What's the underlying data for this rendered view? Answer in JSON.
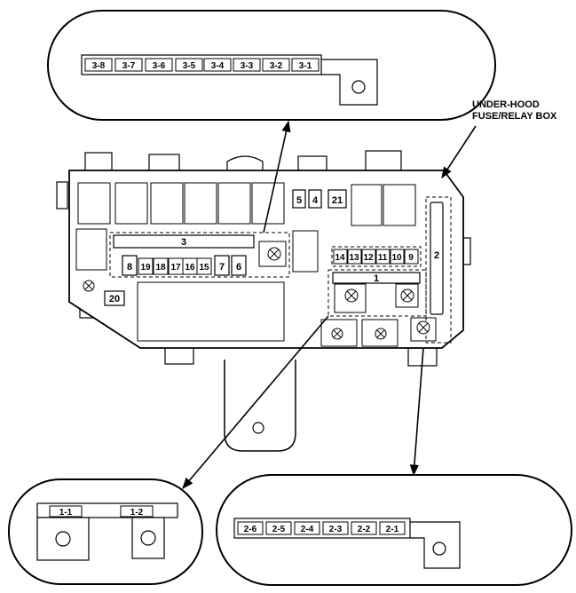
{
  "title": "UNDER-HOOD FUSE/RELAY BOX",
  "title_lines": [
    "UNDER-HOOD",
    "FUSE/RELAY BOX"
  ],
  "fuses": {
    "f5": "5",
    "f4": "4",
    "f21": "21",
    "f3": "3",
    "f8": "8",
    "f19": "19",
    "f18": "18",
    "f17": "17",
    "f16": "16",
    "f15": "15",
    "f7": "7",
    "f6": "6",
    "f14": "14",
    "f13": "13",
    "f12": "12",
    "f11": "11",
    "f10": "10",
    "f9": "9",
    "f1": "1",
    "f2": "2",
    "f20": "20"
  },
  "detail_top": [
    "3-8",
    "3-7",
    "3-6",
    "3-5",
    "3-4",
    "3-3",
    "3-2",
    "3-1"
  ],
  "detail_bottom_left": [
    "1-1",
    "1-2"
  ],
  "detail_bottom_right": [
    "2-6",
    "2-5",
    "2-4",
    "2-3",
    "2-2",
    "2-1"
  ]
}
